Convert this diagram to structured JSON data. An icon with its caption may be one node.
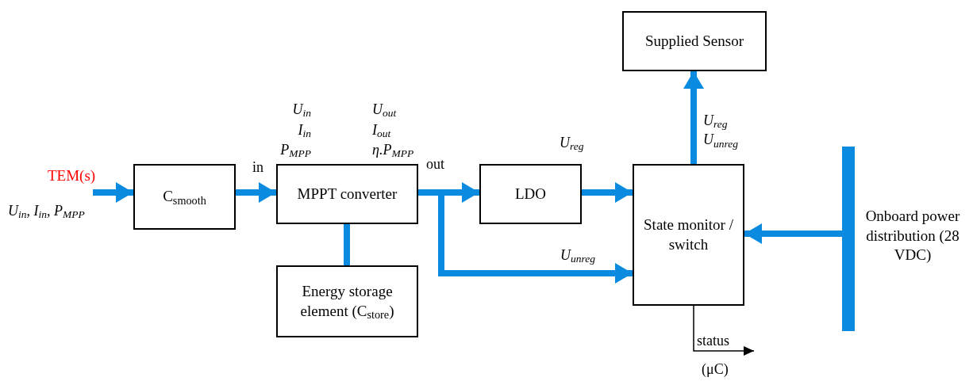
{
  "diagram": {
    "nodes": [
      {
        "text": [
          "C$_{smooth}$"
        ]
      },
      {
        "text": [
          "MPPT converter"
        ]
      },
      {
        "text": [
          "Energy storage element (C$_{store}$)"
        ]
      },
      {
        "text": [
          "LDO"
        ]
      },
      {
        "text": [
          "State monitor / switch"
        ]
      },
      {
        "text": [
          "Supplied Sensor"
        ]
      },
      {
        "text": [],
        "shape": "bar",
        "beside": [
          "Onboard power distribution (28 VDC)"
        ]
      }
    ],
    "edges": [
      {
        "from": null,
        "to": 0,
        "arrow": "to"
      },
      {
        "from": 0,
        "to": 1,
        "arrow": "to"
      },
      {
        "from": 1,
        "to": 3,
        "arrow": "to"
      },
      {
        "from": 1,
        "to": 2,
        "arrow": "none"
      },
      {
        "from": 1,
        "to": 4,
        "arrow": "to",
        "label": "U$_{unreg}$"
      },
      {
        "from": 3,
        "to": 4,
        "arrow": "to",
        "label": "U$_{reg}$"
      },
      {
        "from": 4,
        "to": 5,
        "arrow": "to",
        "label": "U$_{reg}$ U$_{unreg}$"
      },
      {
        "from": 6,
        "to": 4,
        "arrow": "to"
      },
      {
        "from": 4,
        "to": null,
        "arrow": "to",
        "label": "status",
        "color": "#000000"
      }
    ],
    "labels": [
      "TEM(s)",
      "U$_{in}$, I$_{in}$, P$_{MPP}$",
      "in",
      "U$_{in}$",
      "I$_{in}$",
      "P$_{MPP}$",
      "U$_{out}$",
      "I$_{out}$",
      "η.P$_{MPP}$",
      "out",
      "(μC)"
    ]
  }
}
